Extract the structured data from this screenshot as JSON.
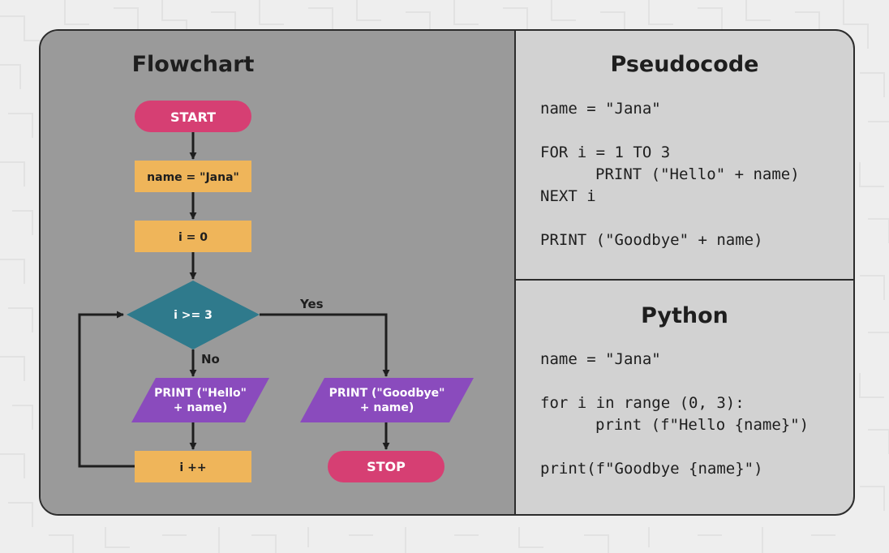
{
  "flowchart": {
    "title": "Flowchart",
    "start": "START",
    "assign_name": "name = \"Jana\"",
    "assign_i": "i = 0",
    "decision": "i >= 3",
    "yes": "Yes",
    "no": "No",
    "print_hello": [
      "PRINT (\"Hello\"",
      "+ name)"
    ],
    "print_goodbye": [
      "PRINT (\"Goodbye\"",
      "+ name)"
    ],
    "increment": "i ++",
    "stop": "STOP"
  },
  "pseudocode": {
    "title": "Pseudocode",
    "lines": [
      {
        "text": "name = \"Jana\"",
        "indent": false
      },
      {
        "text": "",
        "indent": false
      },
      {
        "text": "FOR i = 1 TO 3",
        "indent": false
      },
      {
        "text": "PRINT (\"Hello\" + name)",
        "indent": true
      },
      {
        "text": "NEXT i",
        "indent": false
      },
      {
        "text": "",
        "indent": false
      },
      {
        "text": "PRINT (\"Goodbye\" + name)",
        "indent": false
      }
    ]
  },
  "python": {
    "title": "Python",
    "lines": [
      {
        "text": "name = \"Jana\"",
        "indent": false
      },
      {
        "text": "",
        "indent": false
      },
      {
        "text": "for i in range (0, 3):",
        "indent": false
      },
      {
        "text": "print (f\"Hello {name}\")",
        "indent": true
      },
      {
        "text": "",
        "indent": false
      },
      {
        "text": "print(f\"Goodbye {name}\")",
        "indent": false
      }
    ]
  },
  "colors": {
    "terminal": "#d63f73",
    "process": "#efb55a",
    "decision": "#2f7a8c",
    "io": "#8a4bbd",
    "line": "#1e1e1e"
  }
}
